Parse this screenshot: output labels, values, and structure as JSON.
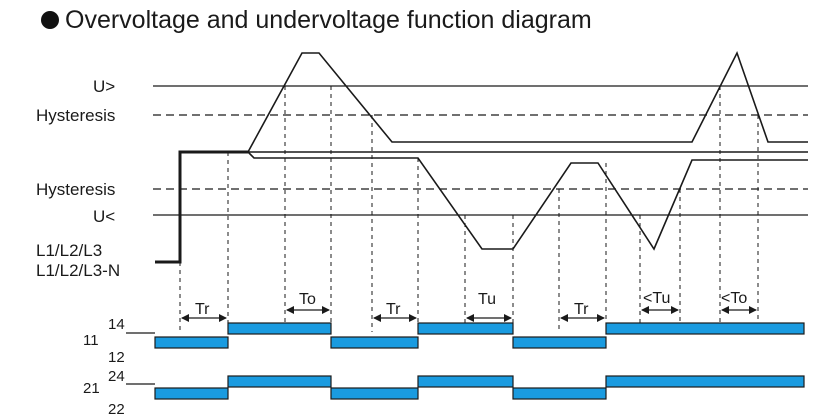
{
  "title": "Overvoltage and undervoltage function diagram",
  "colors": {
    "line": "#1a1a1a",
    "relay_bar": "#1a9be0",
    "bullet": "#111111"
  },
  "levels": {
    "u_over": "U>",
    "hysteresis_upper": "Hysteresis",
    "hysteresis_lower": "Hysteresis",
    "u_under": "U<",
    "supply_1": "L1/L2/L3",
    "supply_2": "L1/L2/L3-N"
  },
  "timings": {
    "tr_1": "Tr",
    "to": "To",
    "tr_2": "Tr",
    "tu": "Tu",
    "tr_3": "Tr",
    "lt_tu": "<Tu",
    "lt_to": "<To"
  },
  "relays": {
    "relay1": {
      "common": "11",
      "no": "14",
      "nc": "12"
    },
    "relay2": {
      "common": "21",
      "no": "24",
      "nc": "22"
    }
  }
}
